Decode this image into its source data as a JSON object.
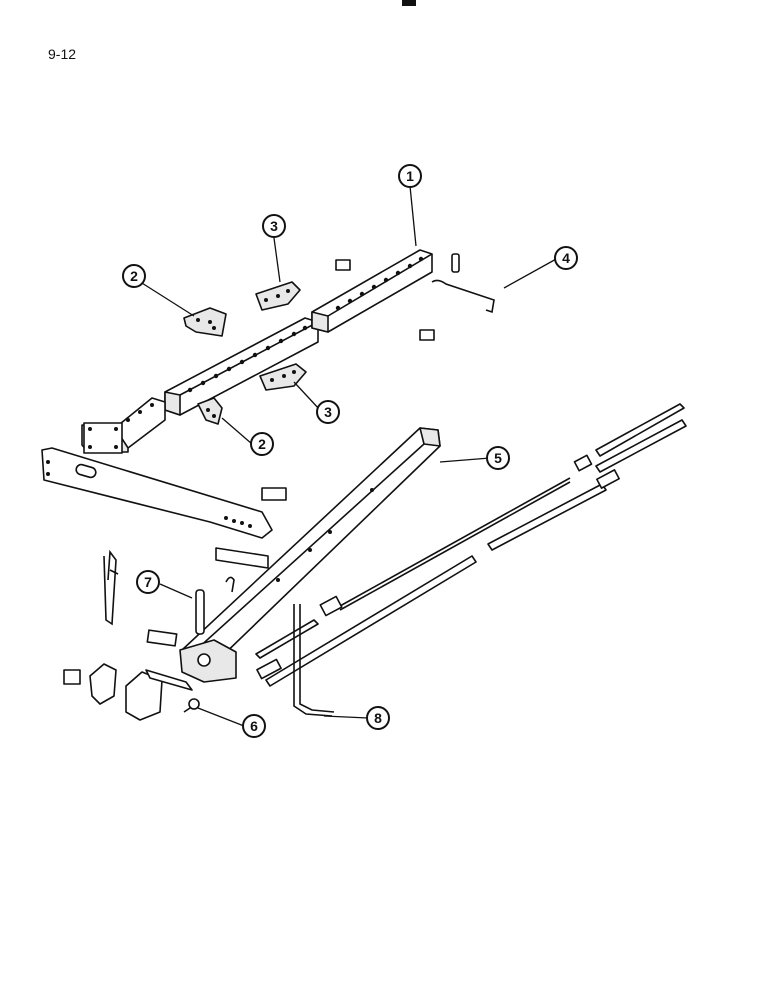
{
  "page": {
    "number": "9-12"
  },
  "callouts": [
    {
      "id": "1",
      "label": "1"
    },
    {
      "id": "2a",
      "label": "2"
    },
    {
      "id": "2b",
      "label": "2"
    },
    {
      "id": "3a",
      "label": "3"
    },
    {
      "id": "3b",
      "label": "3"
    },
    {
      "id": "4",
      "label": "4"
    },
    {
      "id": "5",
      "label": "5"
    },
    {
      "id": "6",
      "label": "6"
    },
    {
      "id": "7",
      "label": "7"
    },
    {
      "id": "8",
      "label": "8"
    }
  ]
}
